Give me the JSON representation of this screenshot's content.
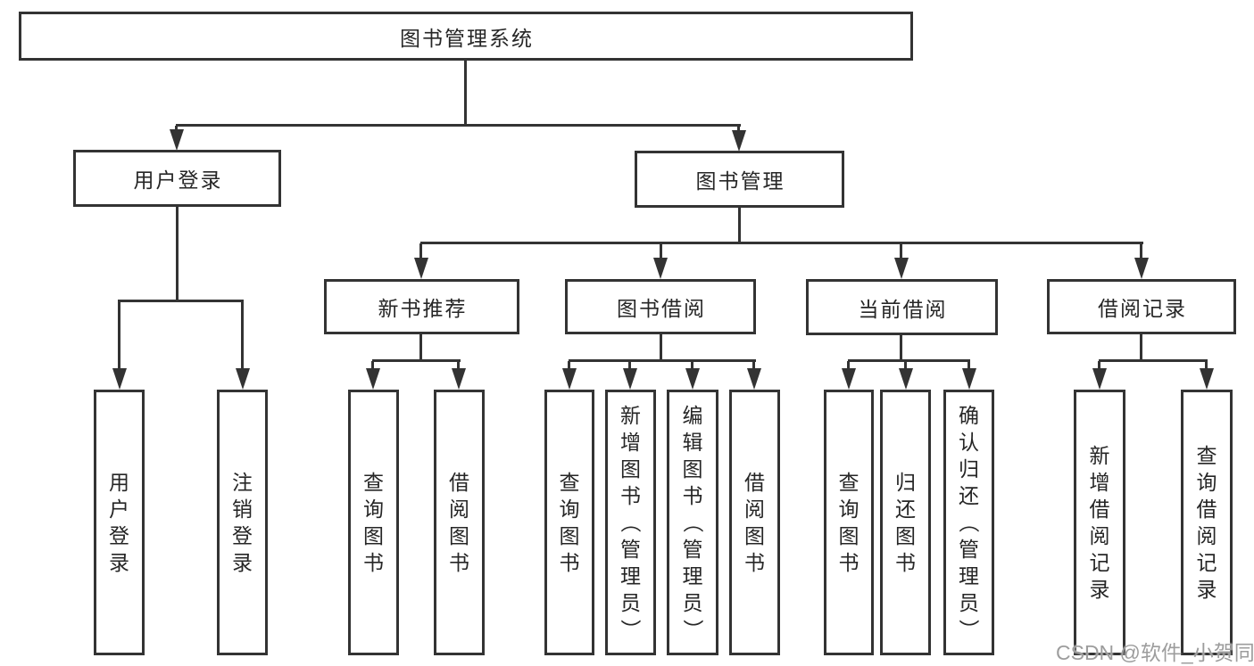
{
  "tree": {
    "root": {
      "label": "图书管理系统"
    },
    "branches": [
      {
        "label": "用户登录",
        "children": [
          {
            "label": "用户登录"
          },
          {
            "label": "注销登录"
          }
        ]
      },
      {
        "label": "图书管理",
        "groups": [
          {
            "label": "新书推荐",
            "children": [
              {
                "label": "查询图书"
              },
              {
                "label": "借阅图书"
              }
            ]
          },
          {
            "label": "图书借阅",
            "children": [
              {
                "label": "查询图书"
              },
              {
                "label": "新增图书（管理员）"
              },
              {
                "label": "编辑图书（管理员）"
              },
              {
                "label": "借阅图书"
              }
            ]
          },
          {
            "label": "当前借阅",
            "children": [
              {
                "label": "查询图书"
              },
              {
                "label": "归还图书"
              },
              {
                "label": "确认归还（管理员）"
              }
            ]
          },
          {
            "label": "借阅记录",
            "children": [
              {
                "label": "新增借阅记录"
              },
              {
                "label": "查询借阅记录"
              }
            ]
          }
        ]
      }
    ]
  },
  "watermark": {
    "text": "CSDN @软件_小贺同学"
  },
  "colors": {
    "line": "#333333",
    "box_border": "#333333",
    "text": "#262626",
    "watermark": "#9d9d9d",
    "background": "#ffffff"
  }
}
